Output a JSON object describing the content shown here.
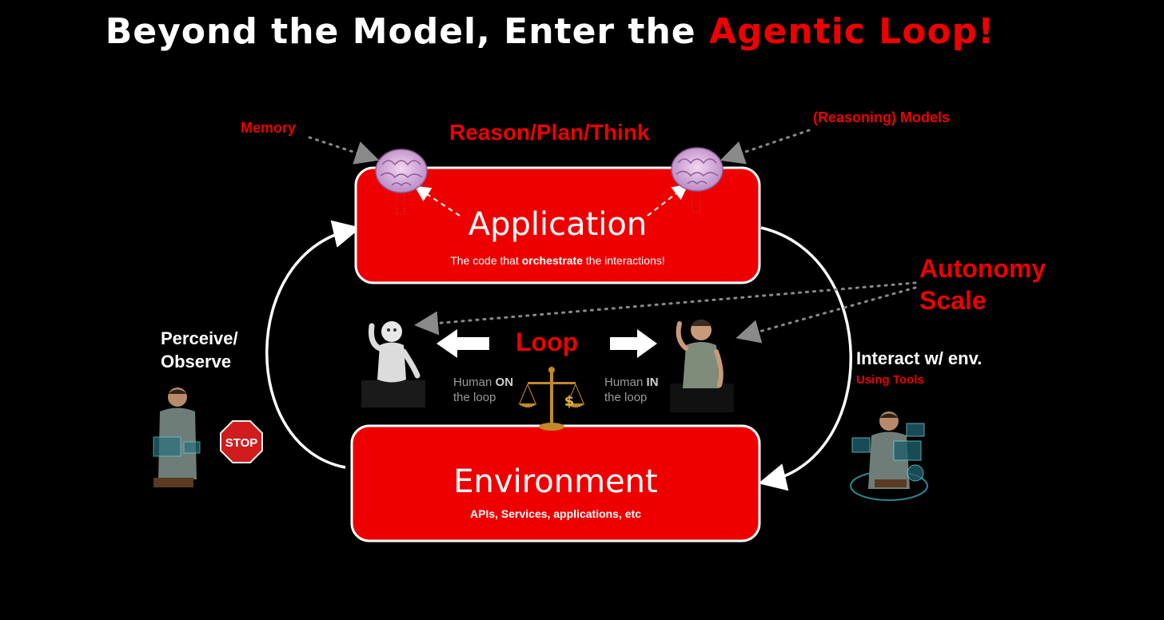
{
  "title": {
    "main": "Beyond the Model, Enter the ",
    "accent": "Agentic Loop!"
  },
  "labels": {
    "memory": "Memory",
    "reason": "Reason/Plan/Think",
    "models": "(Reasoning) Models",
    "autonomy_line1": "Autonomy",
    "autonomy_line2": "Scale",
    "perceive_line1": "Perceive/",
    "perceive_line2": "Observe",
    "interact": "Interact w/ env.",
    "using_tools": "Using Tools",
    "loop": "Loop",
    "human_on_prefix": "Human ",
    "human_on_bold": "ON",
    "human_on_suffix": "the loop",
    "human_in_prefix": "Human ",
    "human_in_bold": "IN",
    "human_in_suffix": "the loop",
    "stop": "STOP"
  },
  "application": {
    "title": "Application",
    "subtitle_pre": "The code that ",
    "subtitle_bold": "orchestrate",
    "subtitle_post": " the interactions!"
  },
  "environment": {
    "title": "Environment",
    "subtitle": "APIs, Services, applications, etc"
  },
  "icons": [
    "brain-icon",
    "robot-figure",
    "person-figure",
    "balance-scale-icon",
    "stop-sign-icon",
    "arrow-left-icon",
    "arrow-right-icon"
  ],
  "colors": {
    "accent": "#ee0000",
    "background": "#000000"
  }
}
